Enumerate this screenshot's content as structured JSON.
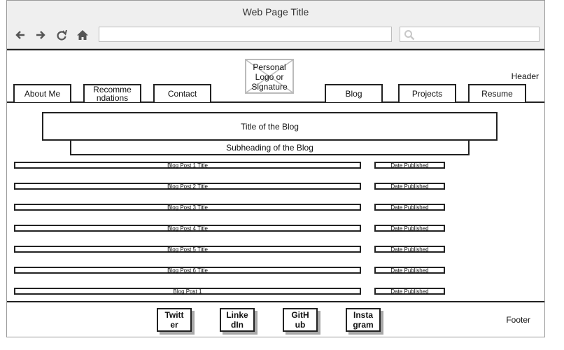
{
  "window": {
    "title": "Web Page Title"
  },
  "toolbar": {
    "icons": [
      "back-arrow-icon",
      "forward-arrow-icon",
      "reload-icon",
      "home-icon"
    ],
    "url_value": "",
    "search_value": "",
    "search_icon": "search-icon"
  },
  "header": {
    "logo_text": "Personal\nLogo or\nSignature",
    "label": "Header",
    "nav": {
      "about": "About Me",
      "recommendations": "Recomme\nndations",
      "contact": "Contact",
      "blog": "Blog",
      "projects": "Projects",
      "resume": "Resume"
    }
  },
  "main": {
    "title": "Title of the Blog",
    "subtitle": "Subheading of the Blog",
    "posts": [
      {
        "title": "Blog Post 1 Title",
        "date": "Date Published"
      },
      {
        "title": "Blog Post 2 Title",
        "date": "Date Published"
      },
      {
        "title": "Blog Post 3 Title",
        "date": "Date Published"
      },
      {
        "title": "Blog Post 4 Title",
        "date": "Date Published"
      },
      {
        "title": "Blog Post 5 Title",
        "date": "Date Published"
      },
      {
        "title": "Blog Post 6 Title",
        "date": "Date Published"
      },
      {
        "title": "Blog Post 1",
        "date": "Date Published"
      }
    ]
  },
  "footer": {
    "label": "Footer",
    "social": {
      "twitter": "Twitt\ner",
      "linkedin": "Linke\ndIn",
      "github": "GitH\nub",
      "instagram": "Insta\ngram"
    }
  }
}
